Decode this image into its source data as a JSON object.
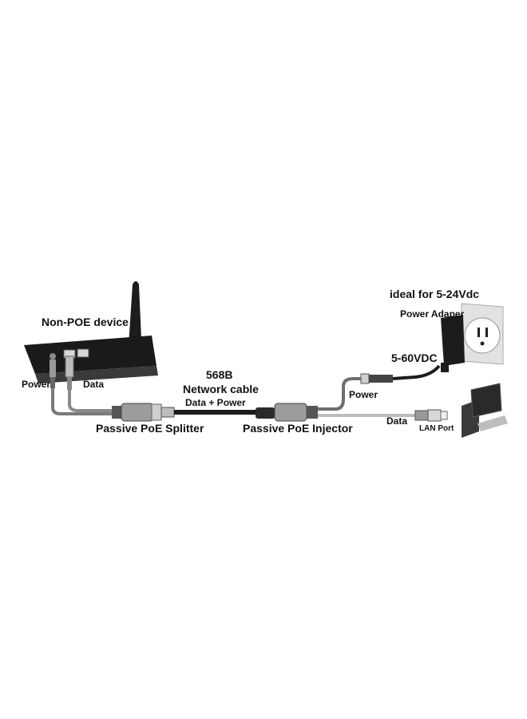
{
  "labels": {
    "device": "Non-POE device",
    "power_left": "Power",
    "data_left": "Data",
    "standard": "568B",
    "network_cable": "Network cable",
    "data_power": "Data + Power",
    "splitter": "Passive PoE Splitter",
    "injector": "Passive PoE Injector",
    "ideal": "ideal for 5-24Vdc",
    "adapter": "Power Adaper",
    "voltage": "5-60VDC",
    "power_right": "Power",
    "data_right": "Data",
    "lan_port": "LAN Port"
  },
  "icons": {
    "router": "router-icon",
    "antenna": "antenna-icon",
    "outlet": "wall-outlet-icon",
    "computer": "computer-icon"
  },
  "colors": {
    "background": "#ffffff",
    "dark": "#1c1c1c",
    "mid": "#6e6e6e",
    "light": "#bdbdbd",
    "text": "#111111"
  }
}
